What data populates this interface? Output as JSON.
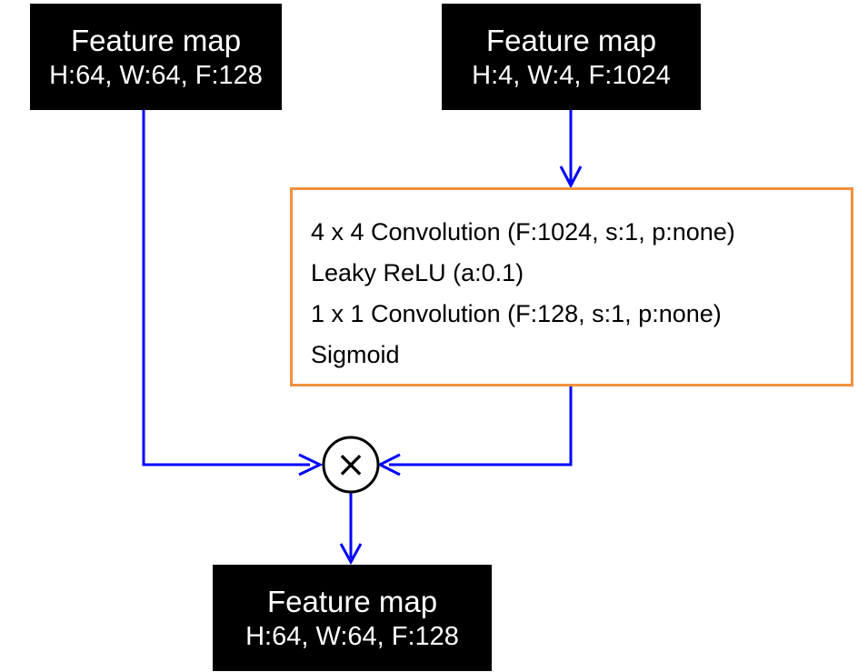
{
  "diagram": {
    "inputs": [
      {
        "title": "Feature map",
        "dims": "H:64, W:64, F:128"
      },
      {
        "title": "Feature map",
        "dims": "H:4, W:4, F:1024"
      }
    ],
    "attention_block": {
      "operations": [
        "4 x 4 Convolution (F:1024, s:1, p:none)",
        "Leaky ReLU (a:0.1)",
        "1 x 1 Convolution (F:128, s:1, p:none)",
        "Sigmoid"
      ],
      "border_color": "#f0913d"
    },
    "combine": {
      "symbol": "×",
      "operation": "element-wise multiplication"
    },
    "output": {
      "title": "Feature map",
      "dims": "H:64, W:64, F:128"
    },
    "colors": {
      "arrow": "#0000ff",
      "box_fill": "#000000",
      "box_text": "#ffffff"
    }
  }
}
